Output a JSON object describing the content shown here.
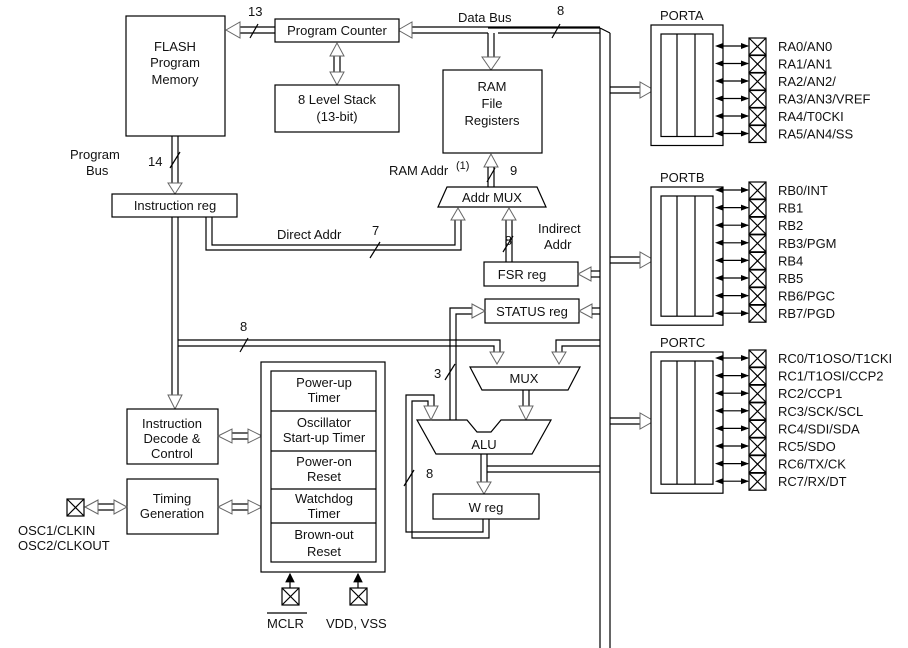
{
  "blocks": {
    "flash": [
      "FLASH",
      "Program",
      "Memory"
    ],
    "program_counter": "Program Counter",
    "stack": [
      "8 Level Stack",
      "(13-bit)"
    ],
    "ram": [
      "RAM",
      "File",
      "Registers"
    ],
    "addr_mux": "Addr MUX",
    "instruction_reg": "Instruction reg",
    "fsr_reg": "FSR reg",
    "status_reg": "STATUS reg",
    "mux": "MUX",
    "alu": "ALU",
    "w_reg": "W reg",
    "instr_decode": [
      "Instruction",
      "Decode &",
      "Control"
    ],
    "timing": [
      "Timing",
      "Generation"
    ],
    "timers": [
      [
        "Power-up",
        "Timer"
      ],
      [
        "Oscillator",
        "Start-up Timer"
      ],
      [
        "Power-on",
        "Reset"
      ],
      [
        "Watchdog",
        "Timer"
      ],
      [
        "Brown-out",
        "Reset"
      ]
    ]
  },
  "labels": {
    "data_bus": "Data Bus",
    "program_bus": [
      "Program",
      "Bus"
    ],
    "ram_addr": "RAM Addr",
    "ram_addr_note": "(1)",
    "direct_addr": "Direct Addr",
    "indirect_addr": [
      "Indirect",
      "Addr"
    ],
    "osc": [
      "OSC1/CLKIN",
      "OSC2/CLKOUT"
    ],
    "mclr": "MCLR",
    "vdd_vss": "VDD, VSS"
  },
  "bus_widths": {
    "pc_to_flash": "13",
    "data_bus": "8",
    "program_bus": "14",
    "ram_addr": "9",
    "direct_addr": "7",
    "indirect_addr": "8",
    "literal_bus": "8",
    "alu_status": "3",
    "w_feedback": "8"
  },
  "ports": [
    {
      "name": "PORTA",
      "pins": [
        "RA0/AN0",
        "RA1/AN1",
        "RA2/AN2/",
        "RA3/AN3/VREF",
        "RA4/T0CKI",
        "RA5/AN4/SS"
      ]
    },
    {
      "name": "PORTB",
      "pins": [
        "RB0/INT",
        "RB1",
        "RB2",
        "RB3/PGM",
        "RB4",
        "RB5",
        "RB6/PGC",
        "RB7/PGD"
      ]
    },
    {
      "name": "PORTC",
      "pins": [
        "RC0/T1OSO/T1CKI",
        "RC1/T1OSI/CCP2",
        "RC2/CCP1",
        "RC3/SCK/SCL",
        "RC4/SDI/SDA",
        "RC5/SDO",
        "RC6/TX/CK",
        "RC7/RX/DT"
      ]
    }
  ]
}
